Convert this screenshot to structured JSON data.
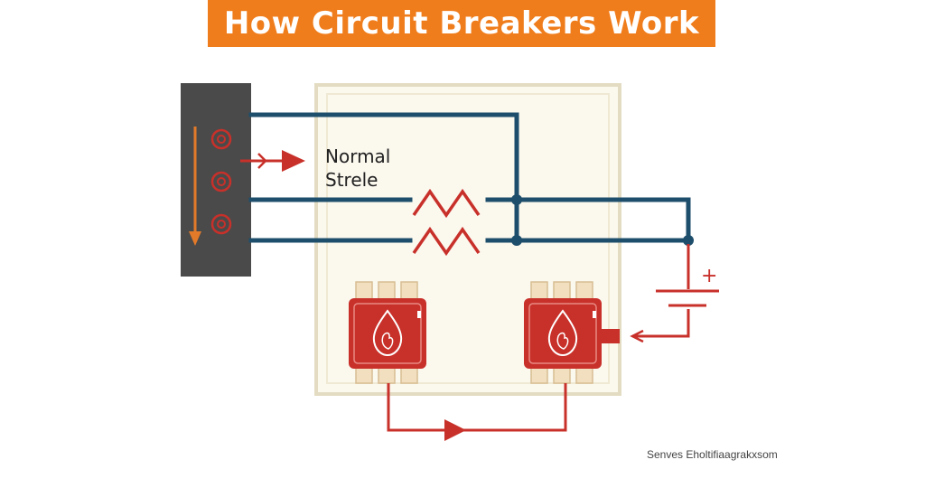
{
  "title": "How Circuit Breakers Work",
  "labels": {
    "line1": "Normal",
    "line2": "Strele",
    "plus": "+"
  },
  "footer": "Senves Eholtifiaagrakxsom",
  "colors": {
    "banner": "#f07d1c",
    "wire": "#1d4e6b",
    "red": "#c8302a",
    "panel": "#4a4a4a",
    "board": "#fbf8ee",
    "board_border": "#e3dcc3"
  },
  "icons": [
    "fire-icon",
    "fire-icon"
  ]
}
